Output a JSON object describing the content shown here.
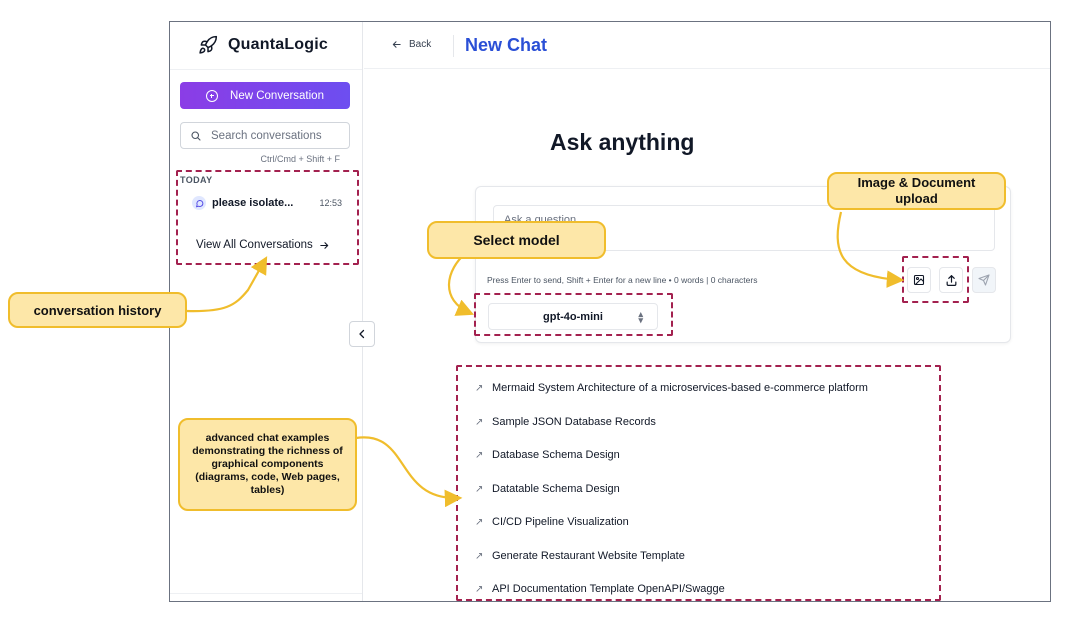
{
  "app": {
    "brand_name": "QuantaLogic",
    "page_title": "New Chat",
    "back_label": "Back"
  },
  "sidebar": {
    "new_conversation_label": "New Conversation",
    "search_placeholder": "Search conversations",
    "search_shortcut": "Ctrl/Cmd + Shift + F",
    "section_label": "TODAY",
    "conversations": [
      {
        "title": "please isolate...",
        "time": "12:53"
      }
    ],
    "view_all_label": "View All Conversations"
  },
  "main": {
    "heading": "Ask anything",
    "input_placeholder": "Ask a question...",
    "composer_hint": "Press Enter to send, Shift + Enter for a new line  •  0 words | 0 characters",
    "model": "gpt-4o-mini",
    "examples": [
      "Mermaid System Architecture of a microservices-based e-commerce platform",
      "Sample JSON Database Records",
      "Database Schema Design",
      "Datatable Schema Design",
      "CI/CD Pipeline Visualization",
      "Generate Restaurant Website Template",
      "API Documentation Template OpenAPI/Swagge"
    ]
  },
  "annotations": {
    "image_upload": "Image & Document upload",
    "select_model": "Select model",
    "history": "conversation history",
    "examples": "advanced chat examples demonstrating the richness of graphical components (diagrams, code, Web pages, tables)"
  },
  "colors": {
    "accent_purple": "#8b3de6",
    "title_blue": "#2a4fd6",
    "annotation_border": "#a3214f",
    "callout_fill": "#fde7a8",
    "callout_stroke": "#f0bd2c"
  }
}
